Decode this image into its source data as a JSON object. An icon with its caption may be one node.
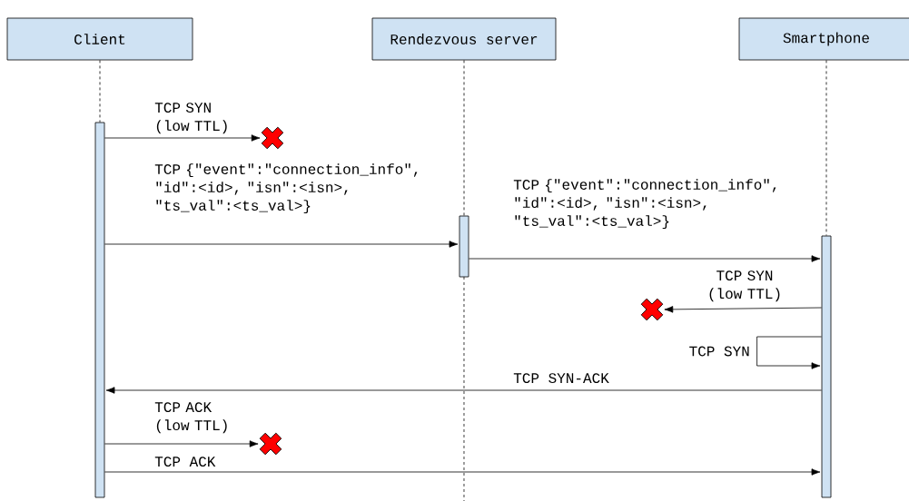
{
  "diagram": {
    "nodes": [
      {
        "text": [
          "Client"
        ]
      },
      {
        "text": [
          "Rendezvous server"
        ]
      },
      {
        "text": [
          "Smartphone"
        ]
      },
      {
        "text": [],
        "shape": "bar"
      },
      {
        "text": [],
        "shape": "bar"
      },
      {
        "text": [],
        "shape": "bar"
      },
      {
        "text": [],
        "shape": "cross"
      },
      {
        "text": [],
        "shape": "cross"
      },
      {
        "text": [],
        "shape": "cross"
      }
    ],
    "edges": [
      {
        "from": 0,
        "to": 3,
        "arrow": "none",
        "style": "dashed"
      },
      {
        "from": 1,
        "to": 4,
        "arrow": "none",
        "style": "dashed"
      },
      {
        "from": 2,
        "to": 5,
        "arrow": "none",
        "style": "dashed"
      },
      {
        "from": 3,
        "to": 6,
        "arrow": "to",
        "label": "TCP SYN (low TTL)"
      },
      {
        "from": 3,
        "to": 4,
        "arrow": "to",
        "label": "TCP {\"event\":\"connection_info\", \"id\":<id>, \"isn\":<isn>, \"ts_val\":<ts_val>}"
      },
      {
        "from": 4,
        "to": 5,
        "arrow": "to",
        "label": "TCP {\"event\":\"connection_info\", \"id\":<id>, \"isn\":<isn>, \"ts_val\":<ts_val>}"
      },
      {
        "from": 5,
        "to": 7,
        "arrow": "to",
        "label": "TCP SYN (low TTL)"
      },
      {
        "from": 5,
        "to": 5,
        "arrow": "to",
        "label": "TCP SYN"
      },
      {
        "from": 5,
        "to": 3,
        "arrow": "to",
        "label": "TCP SYN-ACK"
      },
      {
        "from": 3,
        "to": 8,
        "arrow": "to",
        "label": "TCP ACK (low TTL)"
      },
      {
        "from": 3,
        "to": 5,
        "arrow": "to",
        "label": "TCP ACK"
      }
    ]
  }
}
